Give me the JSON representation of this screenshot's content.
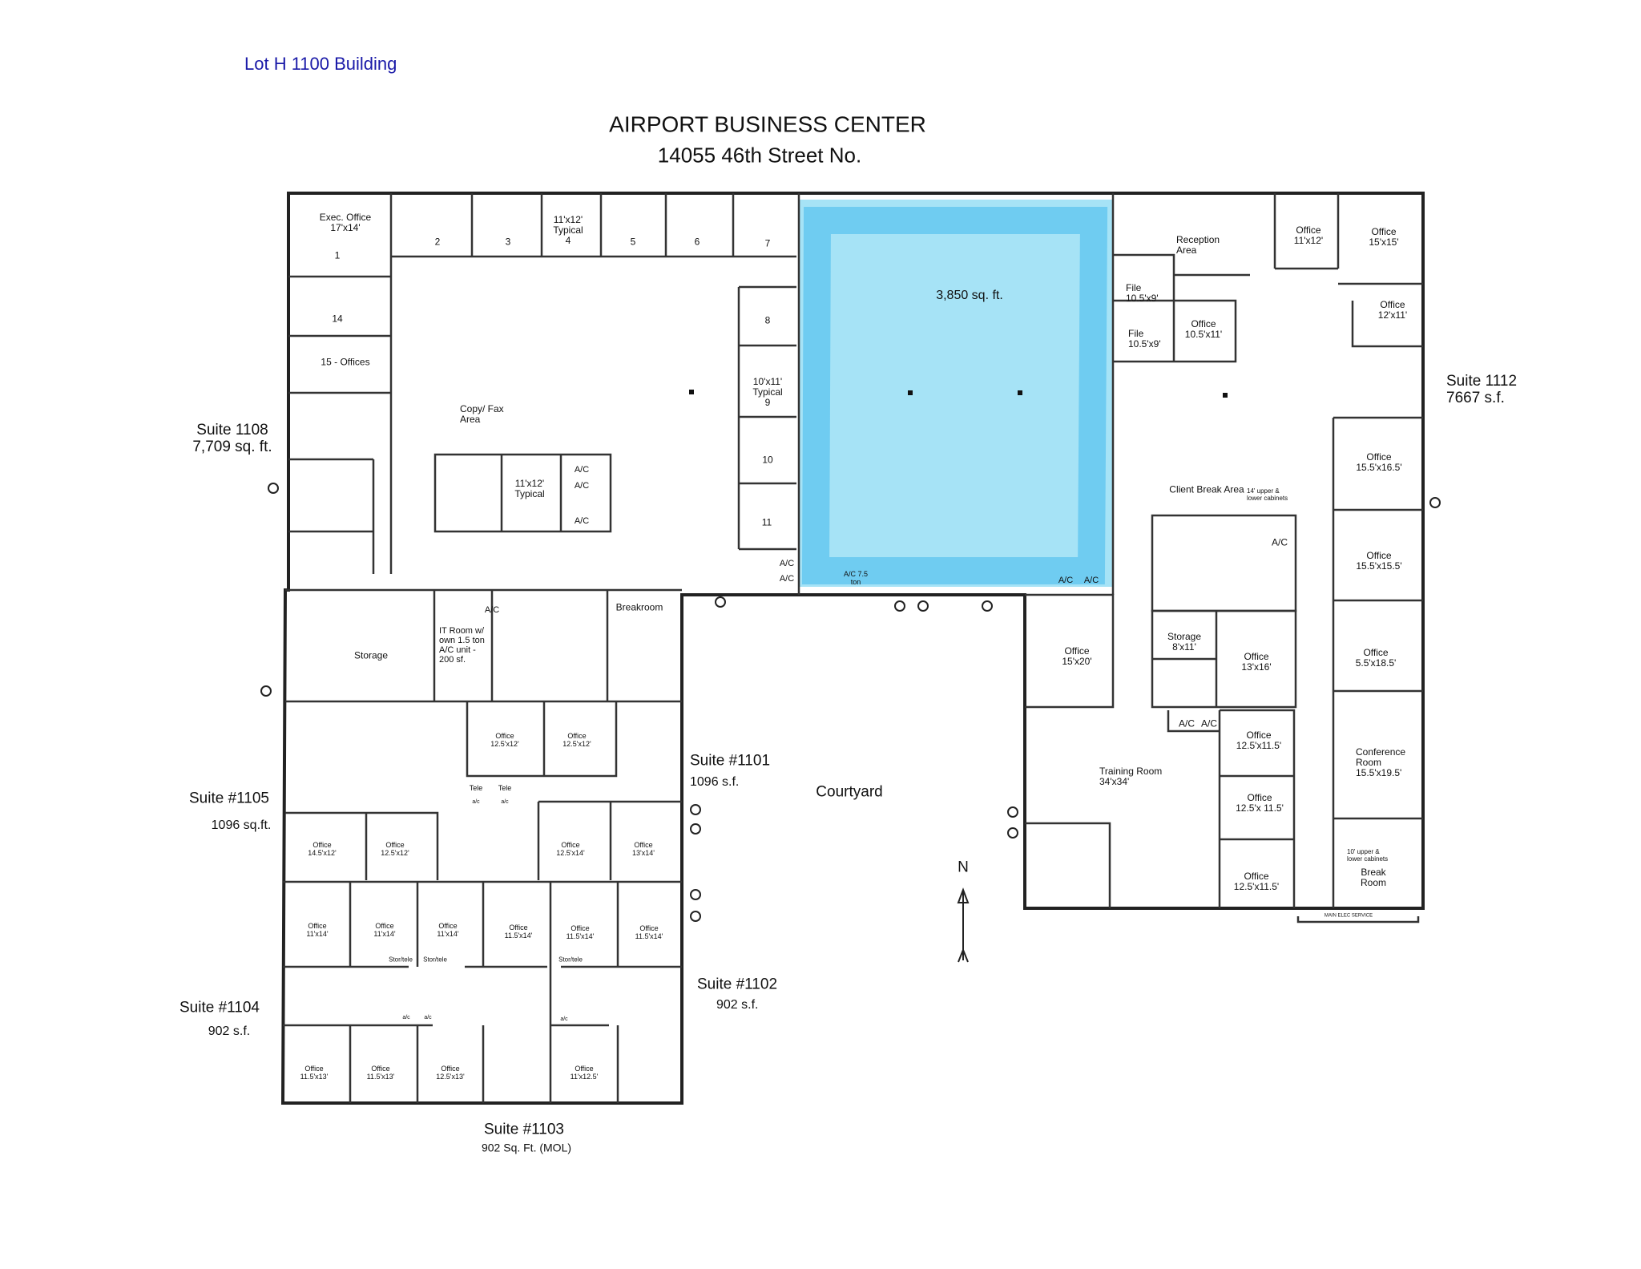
{
  "header": {
    "lot_label": "Lot H 1100 Building",
    "title": "AIRPORT BUSINESS CENTER",
    "address": "14055 46th Street No."
  },
  "colors": {
    "highlight_fill": "#a6e3f6",
    "highlight_stroke": "#5cc4ef",
    "lot_label": "#1a1aa8",
    "walls": "#222222"
  },
  "highlight": {
    "area": "3,850 sq. ft."
  },
  "suites": {
    "s1108": {
      "name": "Suite 1108",
      "area": "7,709 sq. ft."
    },
    "s1112": {
      "name": "Suite 1112",
      "area": "7667 s.f."
    },
    "s1101": {
      "name": "Suite #1101",
      "area": "1096 s.f."
    },
    "s1105": {
      "name": "Suite #1105",
      "area": "1096 sq.ft."
    },
    "s1102": {
      "name": "Suite #1102",
      "area": "902 s.f."
    },
    "s1104": {
      "name": "Suite #1104",
      "area": "902 s.f."
    },
    "s1103": {
      "name": "Suite #1103",
      "area": "902 Sq. Ft. (MOL)"
    }
  },
  "courtyard": "Courtyard",
  "north": "N",
  "suite1108_rooms": {
    "exec_office": "Exec. Office",
    "exec_size": "17'x14'",
    "r1": "1",
    "r2": "2",
    "r3": "3",
    "r4_size": "11'x12'",
    "r4_typ": "Typical",
    "r4": "4",
    "r5": "5",
    "r6": "6",
    "r7": "7",
    "r8": "8",
    "r9_size": "10'x11'",
    "r9_typ": "Typical",
    "r9": "9",
    "r10": "10",
    "r11": "11",
    "r14": "14",
    "r15": "15 - Offices",
    "copy_fax_1": "Copy/ Fax",
    "copy_fax_2": "Area",
    "mid_size": "11'x12'",
    "mid_typ": "Typical",
    "ac": "A/C",
    "storage": "Storage",
    "it_1": "IT Room w/",
    "it_2": "own 1.5 ton",
    "it_3": "A/C unit -",
    "it_4": "200 sf.",
    "breakroom": "Breakroom",
    "ac75_1": "A/C 7.5",
    "ac75_2": "ton"
  },
  "suite1112_rooms": {
    "reception_1": "Reception",
    "reception_2": "Area",
    "file": "File",
    "file_size": "10.5'x9'",
    "office": "Office",
    "o_10_5x11": "10.5'x11'",
    "o_11x12": "11'x12'",
    "o_15x15": "15'x15'",
    "o_12x11": "12'x11'",
    "o_15_5x16_5": "15.5'x16.5'",
    "o_15_5x15_5": "15.5'x15.5'",
    "o_5_5x18_5": "5.5'x18.5'",
    "client_break": "Client Break Area",
    "cab14_1": "14' upper &",
    "cab14_2": "lower cabinets",
    "ac": "A/C",
    "storage": "Storage",
    "storage_size": "8'x11'",
    "o_13x16": "13'x16'",
    "o_15x20": "15'x20'",
    "o_12_5x11_5": "12.5'x11.5'",
    "o_12_5x11_5b": "12.5'x 11.5'",
    "training": "Training Room",
    "training_size": "34'x34'",
    "conference_1": "Conference",
    "conference_2": "Room",
    "conference_size": "15.5'x19.5'",
    "cab10_1": "10' upper &",
    "cab10_2": "lower cabinets",
    "break_1": "Break",
    "break_2": "Room",
    "elec": "MAIN ELEC SERVICE"
  },
  "lower_rooms": {
    "office": "Office",
    "tele": "Tele",
    "ac_small": "a/c",
    "stor_tele": "Stor/tele",
    "o_12_5x12": "12.5'x12'",
    "o_14_5x12": "14.5'x12'",
    "o_12_5x14": "12.5'x14'",
    "o_13x14": "13'x14'",
    "o_11x14": "11'x14'",
    "o_11_5x14": "11.5'x14'",
    "o_11_5x13": "11.5'x13'",
    "o_12_5x13": "12.5'x13'",
    "o_11x12_5": "11'x12.5'"
  }
}
